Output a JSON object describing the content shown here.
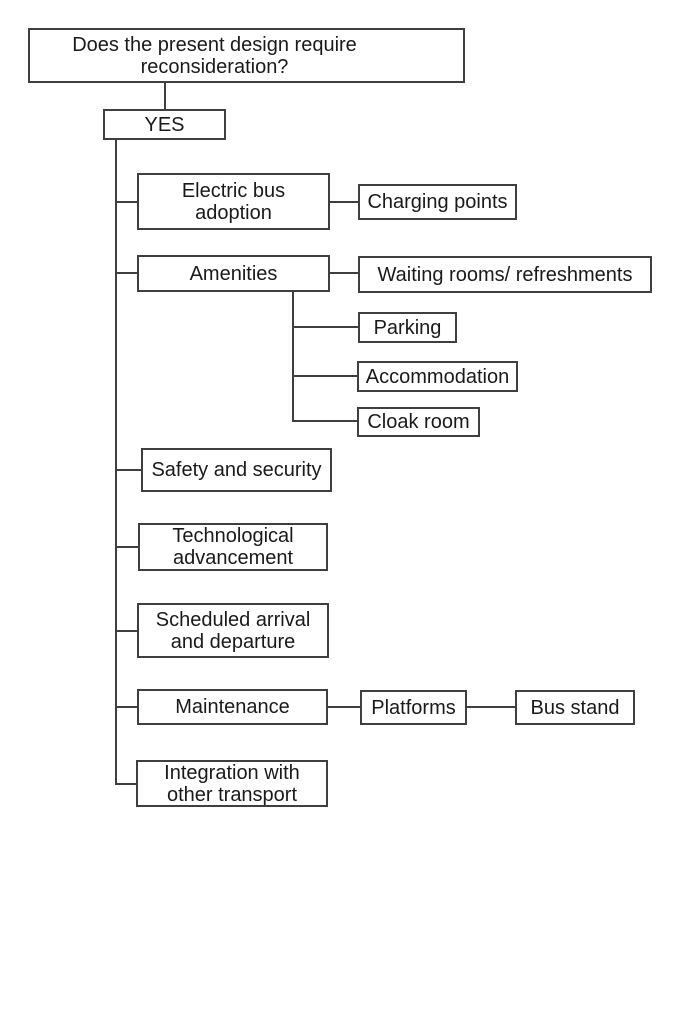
{
  "diagram": {
    "type": "flowchart",
    "nodes": {
      "question": {
        "label": "Does the present design require reconsideration?"
      },
      "yes": {
        "label": "YES"
      },
      "electric_bus": {
        "label": "Electric bus adoption"
      },
      "charging_points": {
        "label": "Charging points"
      },
      "amenities": {
        "label": "Amenities"
      },
      "waiting_rooms": {
        "label": "Waiting rooms/ refreshments"
      },
      "parking": {
        "label": "Parking"
      },
      "accommodation": {
        "label": "Accommodation"
      },
      "cloak_room": {
        "label": "Cloak room"
      },
      "safety": {
        "label": "Safety and security"
      },
      "technological": {
        "label": "Technological advancement"
      },
      "scheduled": {
        "label": "Scheduled arrival and departure"
      },
      "maintenance": {
        "label": "Maintenance"
      },
      "platforms": {
        "label": "Platforms"
      },
      "bus_stand": {
        "label": "Bus stand"
      },
      "integration": {
        "label": "Integration with other transport"
      }
    },
    "edges": [
      {
        "from": "question",
        "to": "yes"
      },
      {
        "from": "yes",
        "to": "electric_bus"
      },
      {
        "from": "electric_bus",
        "to": "charging_points"
      },
      {
        "from": "yes",
        "to": "amenities"
      },
      {
        "from": "amenities",
        "to": "waiting_rooms"
      },
      {
        "from": "amenities",
        "to": "parking"
      },
      {
        "from": "amenities",
        "to": "accommodation"
      },
      {
        "from": "amenities",
        "to": "cloak_room"
      },
      {
        "from": "yes",
        "to": "safety"
      },
      {
        "from": "yes",
        "to": "technological"
      },
      {
        "from": "yes",
        "to": "scheduled"
      },
      {
        "from": "yes",
        "to": "maintenance"
      },
      {
        "from": "maintenance",
        "to": "platforms"
      },
      {
        "from": "platforms",
        "to": "bus_stand"
      },
      {
        "from": "yes",
        "to": "integration"
      }
    ]
  },
  "colors": {
    "line": "#3f3f3f",
    "text": "#1a1a1a",
    "background": "#ffffff"
  }
}
